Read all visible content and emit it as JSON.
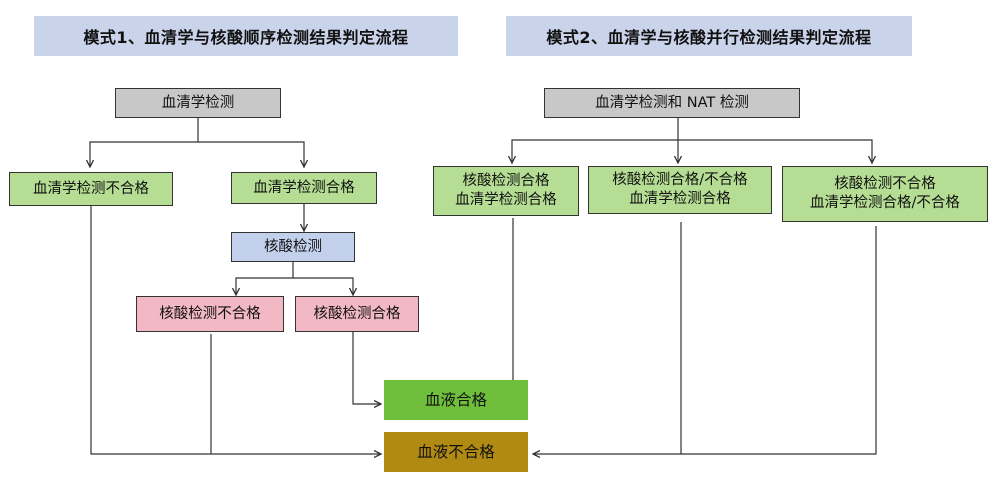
{
  "mode1": {
    "title": "模式1、血清学与核酸顺序检测结果判定流程",
    "serology_test": "血清学检测",
    "serology_fail": "血清学检测不合格",
    "serology_pass": "血清学检测合格",
    "nat_test": "核酸检测",
    "nat_fail": "核酸检测不合格",
    "nat_pass": "核酸检测合格"
  },
  "mode2": {
    "title": "模式2、血清学与核酸并行检测结果判定流程",
    "parallel_test": "血清学检测和 NAT 检测",
    "case1_line1": "核酸检测合格",
    "case1_line2": "血清学检测合格",
    "case2_line1": "核酸检测合格/不合格",
    "case2_line2": "血清学检测合格",
    "case3_line1": "核酸检测不合格",
    "case3_line2": "血清学检测合格/不合格"
  },
  "results": {
    "blood_pass": "血液合格",
    "blood_fail": "血液不合格"
  },
  "colors": {
    "title_bg": "#c9d3ea",
    "gray": "#c8c8c8",
    "green": "#b5dd93",
    "blue": "#c3d0ec",
    "pink": "#f2b8c3",
    "result_pass": "#6fbf3c",
    "result_fail": "#b08a12"
  }
}
